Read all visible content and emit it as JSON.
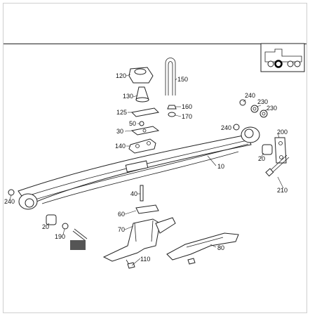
{
  "diagram": {
    "part_numbers": [
      "120",
      "150",
      "130",
      "160",
      "170",
      "125",
      "50",
      "30",
      "140",
      "10",
      "240",
      "230",
      "230",
      "240",
      "200",
      "20",
      "210",
      "240",
      "20",
      "190",
      "40",
      "60",
      "70",
      "110",
      "80"
    ],
    "colors": {
      "line": "#222222",
      "header_rule": "#222222",
      "marker_fill": "#555555"
    },
    "thumbnail_icon": "truck-chassis-thumbnail-icon"
  }
}
